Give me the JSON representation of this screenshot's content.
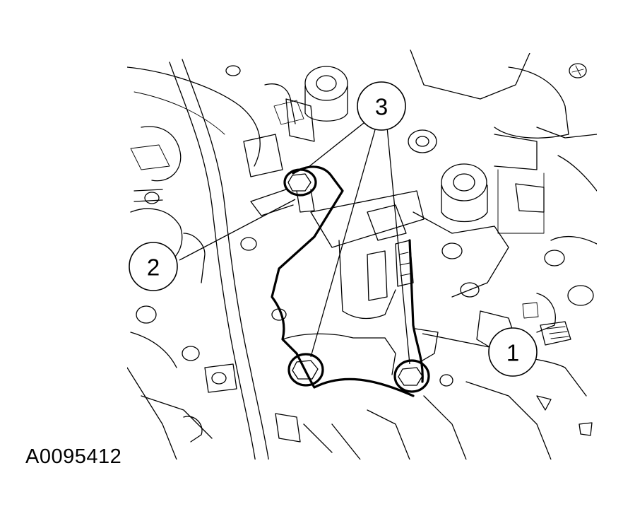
{
  "figure": {
    "id_label": "A0095412"
  },
  "callouts": [
    {
      "number": "1",
      "refers_to": "bracket"
    },
    {
      "number": "2",
      "refers_to": "upper-bolt"
    },
    {
      "number": "3",
      "refers_to": "bolts"
    }
  ],
  "colors": {
    "ink": "#000000",
    "background": "#ffffff"
  }
}
